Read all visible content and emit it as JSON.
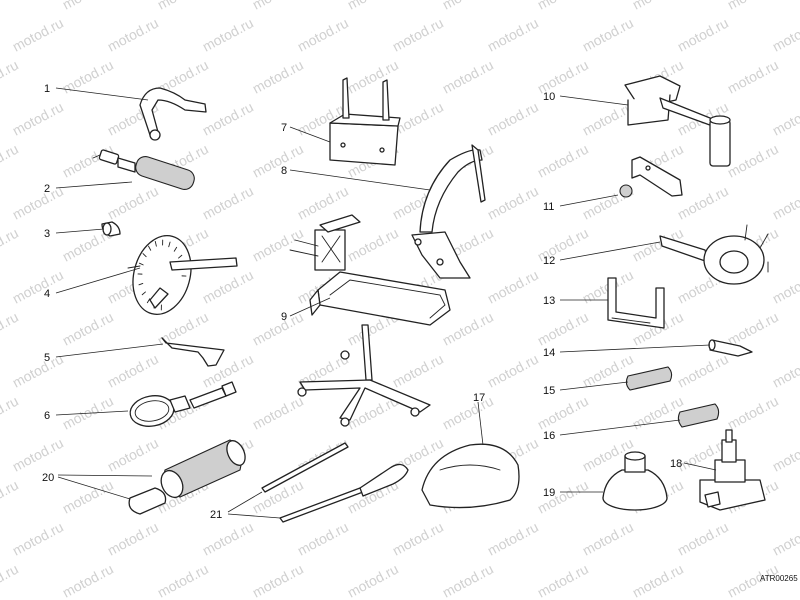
{
  "watermark": "motod.ru",
  "drawing_code": "ATR00265",
  "labels": {
    "l1": "1",
    "l2": "2",
    "l3": "3",
    "l4": "4",
    "l5": "5",
    "l6": "6",
    "l7": "7",
    "l8": "8",
    "l9": "9",
    "l10": "10",
    "l11": "11",
    "l12": "12",
    "l13": "13",
    "l14": "14",
    "l15": "15",
    "l16": "16",
    "l17": "17",
    "l18": "18",
    "l19": "19",
    "l20": "20",
    "l21": "21"
  }
}
